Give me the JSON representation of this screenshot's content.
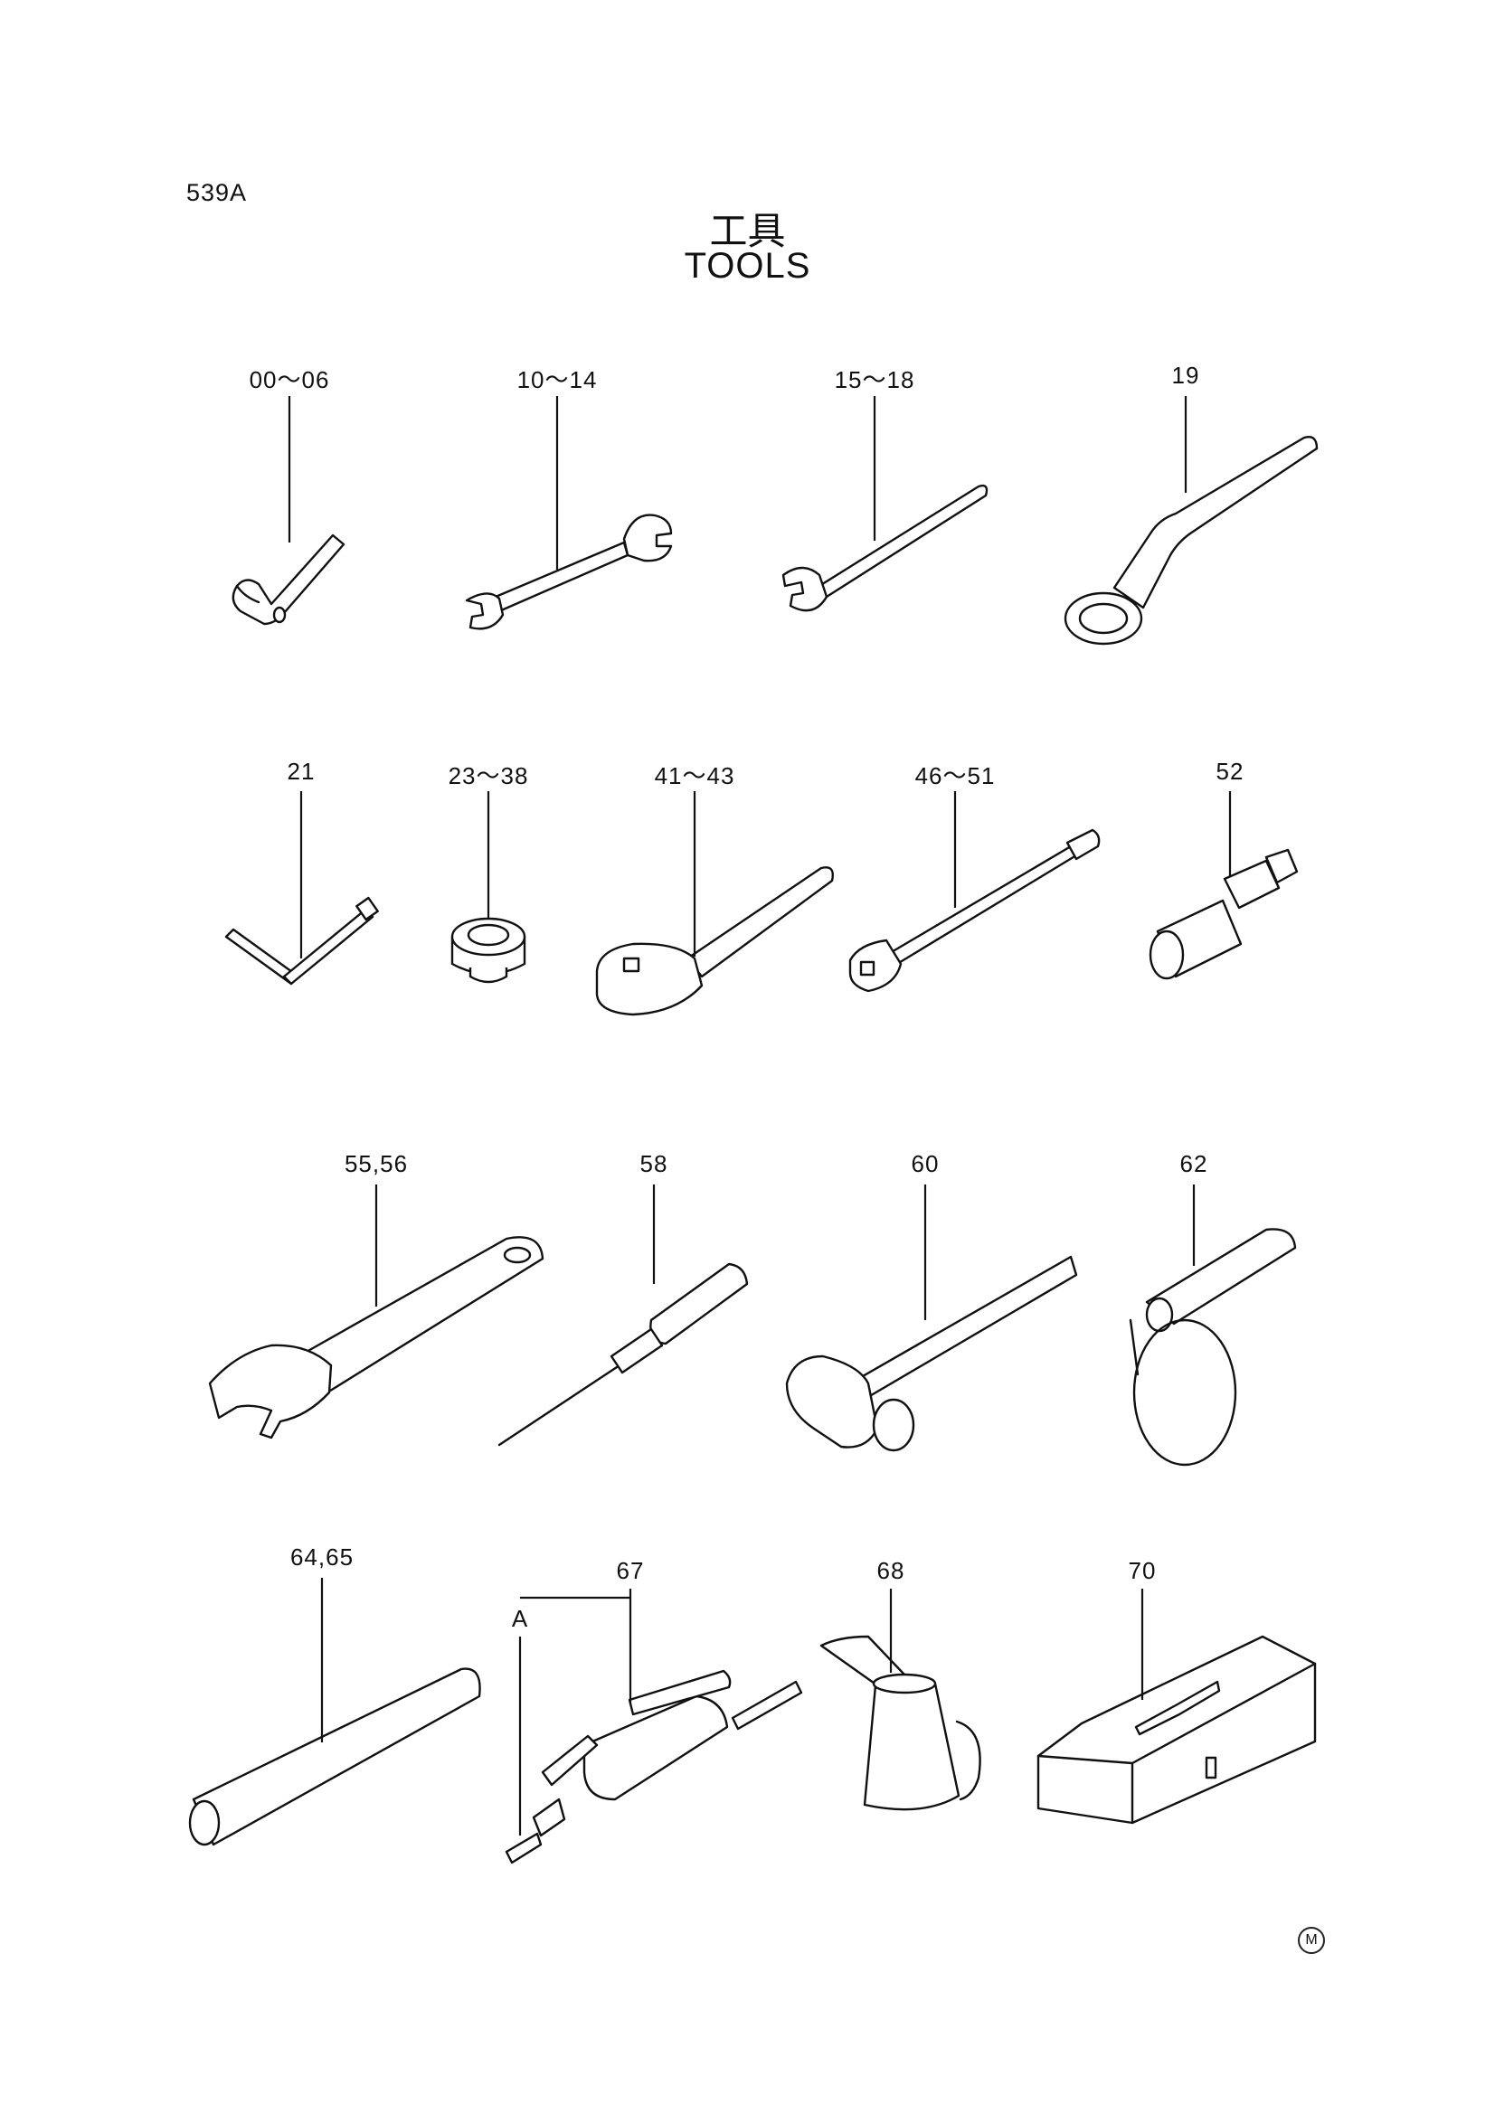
{
  "page_code": "539A",
  "title_jp": "工具",
  "title_en": "TOOLS",
  "callouts": [
    {
      "id": "c1",
      "text": "00～06"
    },
    {
      "id": "c2",
      "text": "10～14"
    },
    {
      "id": "c3",
      "text": "15～18"
    },
    {
      "id": "c4",
      "text": "19"
    },
    {
      "id": "c5",
      "text": "21"
    },
    {
      "id": "c6",
      "text": "23～38"
    },
    {
      "id": "c7",
      "text": "41～43"
    },
    {
      "id": "c8",
      "text": "46～51"
    },
    {
      "id": "c9",
      "text": "52"
    },
    {
      "id": "c10",
      "text": "55,56"
    },
    {
      "id": "c11",
      "text": "58"
    },
    {
      "id": "c12",
      "text": "60"
    },
    {
      "id": "c13",
      "text": "62"
    },
    {
      "id": "c14",
      "text": "64,65"
    },
    {
      "id": "c15",
      "text": "67"
    },
    {
      "id": "c16",
      "text": "68"
    },
    {
      "id": "c17",
      "text": "70"
    },
    {
      "id": "c18",
      "text": "A"
    }
  ],
  "corner_mark": "M"
}
